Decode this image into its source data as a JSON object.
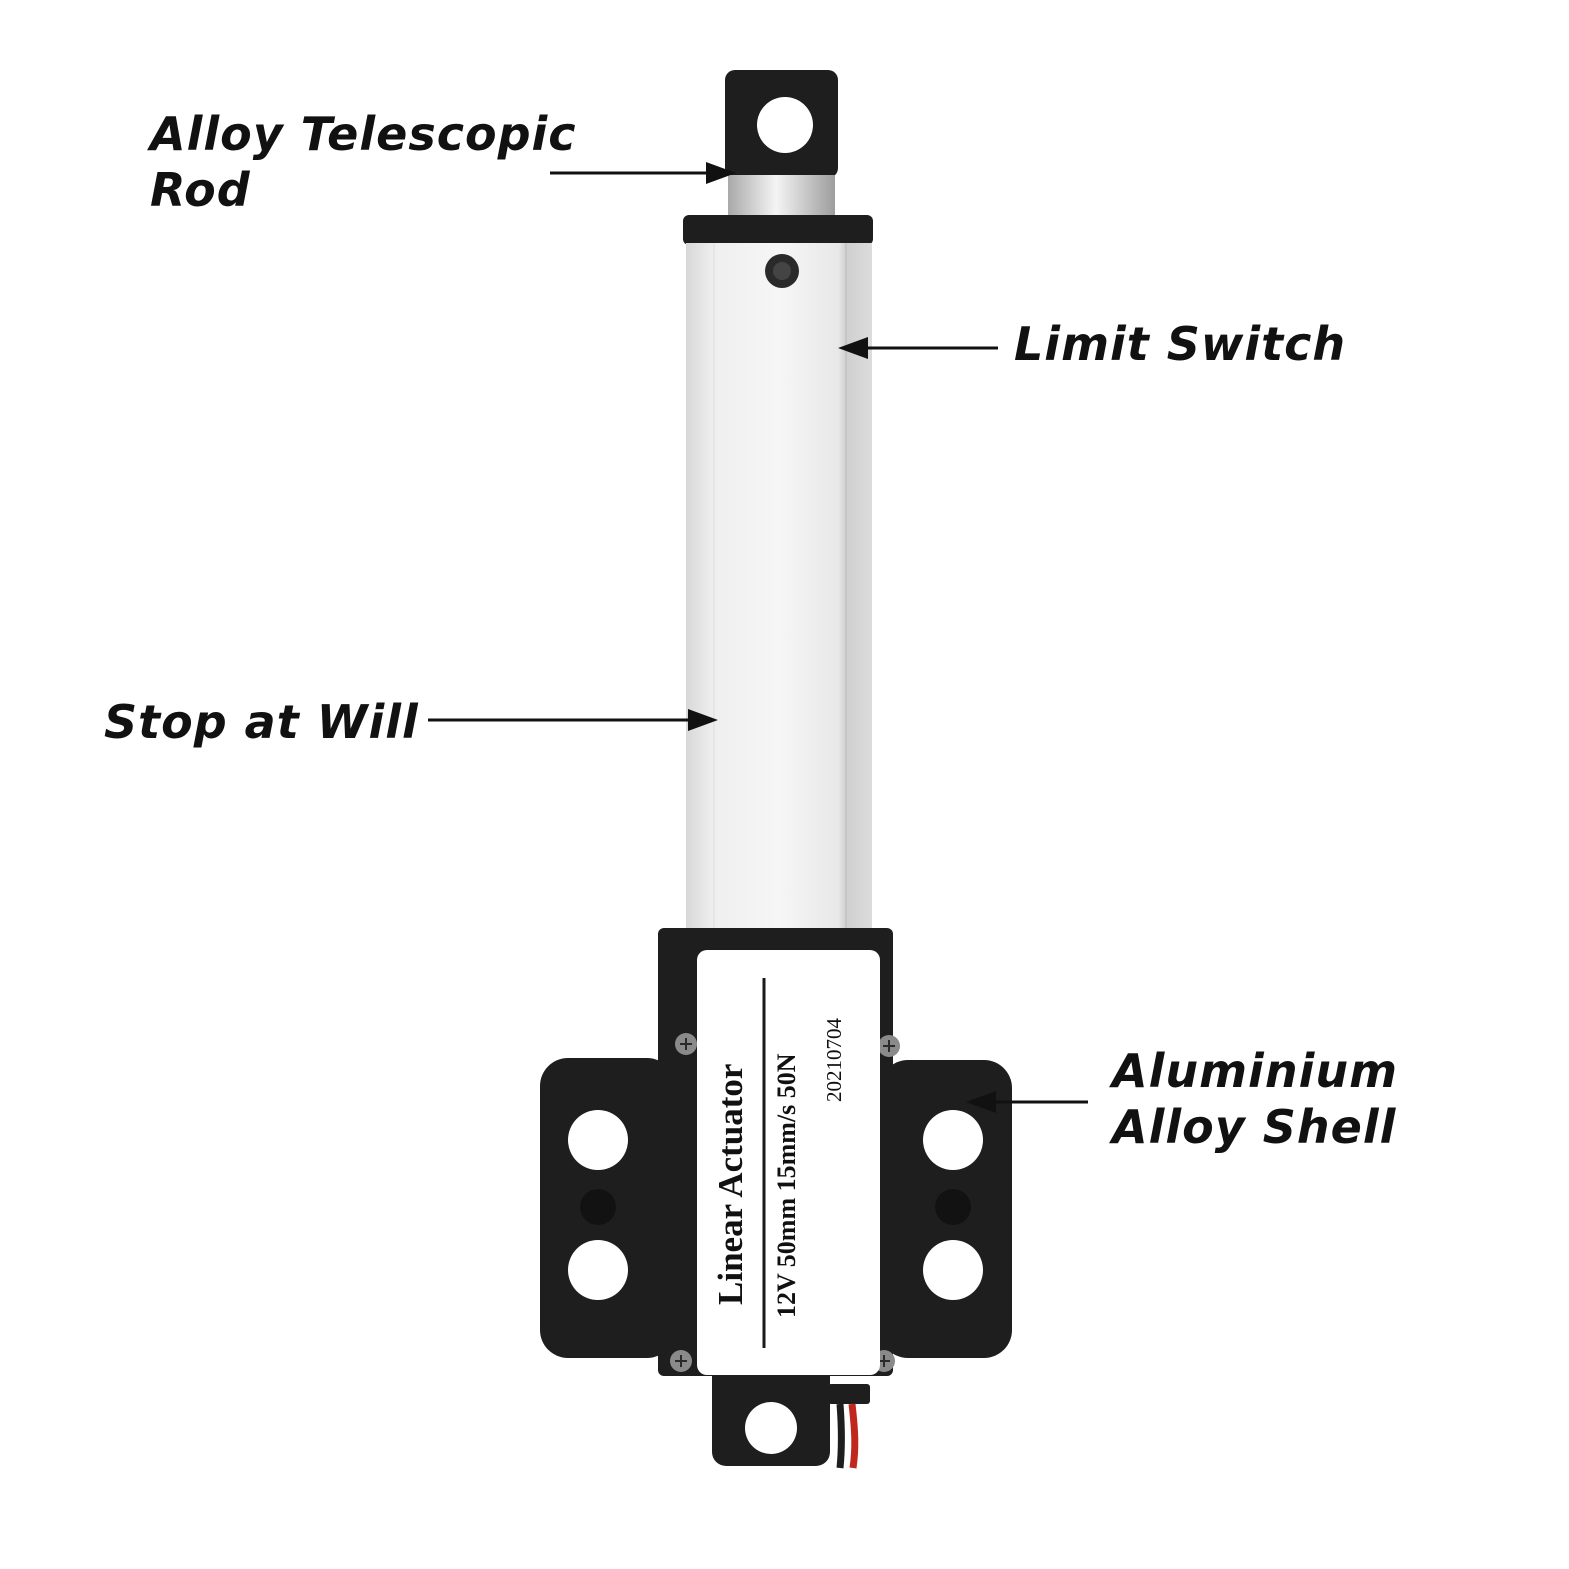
{
  "callouts": {
    "telescopic_rod": {
      "line1": "Alloy Telescopic",
      "line2": "Rod"
    },
    "limit_switch": {
      "line1": "Limit Switch"
    },
    "stop_at_will": {
      "line1": "Stop at Will"
    },
    "shell": {
      "line1": "Aluminium",
      "line2": "Alloy Shell"
    }
  },
  "product_label": {
    "name": "Linear Actuator",
    "spec": "12V 50mm 15mm/s 50N",
    "code": "20210704"
  },
  "colors": {
    "ink": "#111111",
    "plastic_black": "#1e1e1e",
    "aluminium": "#e4e4e4",
    "label_white": "#ffffff",
    "wire_red": "#c0281e"
  }
}
